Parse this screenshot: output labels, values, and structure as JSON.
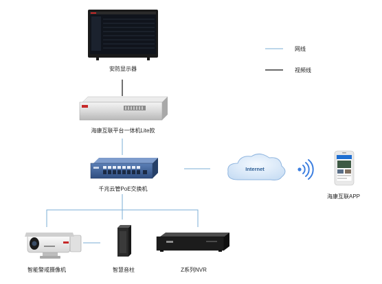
{
  "colors": {
    "network_line": "#7aaed6",
    "video_line": "#111111",
    "background": "#ffffff"
  },
  "legend": {
    "network_label": "网线",
    "video_label": "视频线"
  },
  "nodes": {
    "monitor": {
      "label": "安防显示器",
      "icon": "monitor-icon"
    },
    "platform": {
      "label": "海康互联平台一体机Lite款",
      "icon": "server-appliance-icon"
    },
    "switch": {
      "label": "千兆云管PoE交换机",
      "icon": "poe-switch-icon"
    },
    "internet": {
      "label": "Internet",
      "icon": "cloud-icon"
    },
    "wireless": {
      "icon": "wireless-signal-icon"
    },
    "app": {
      "label": "海康互联APP",
      "icon": "smartphone-icon"
    },
    "camera": {
      "label": "智能警戒摄像机",
      "icon": "bullet-camera-icon"
    },
    "speaker": {
      "label": "智慧音柱",
      "icon": "speaker-column-icon"
    },
    "nvr": {
      "label": "Z系列NVR",
      "icon": "nvr-icon"
    }
  }
}
